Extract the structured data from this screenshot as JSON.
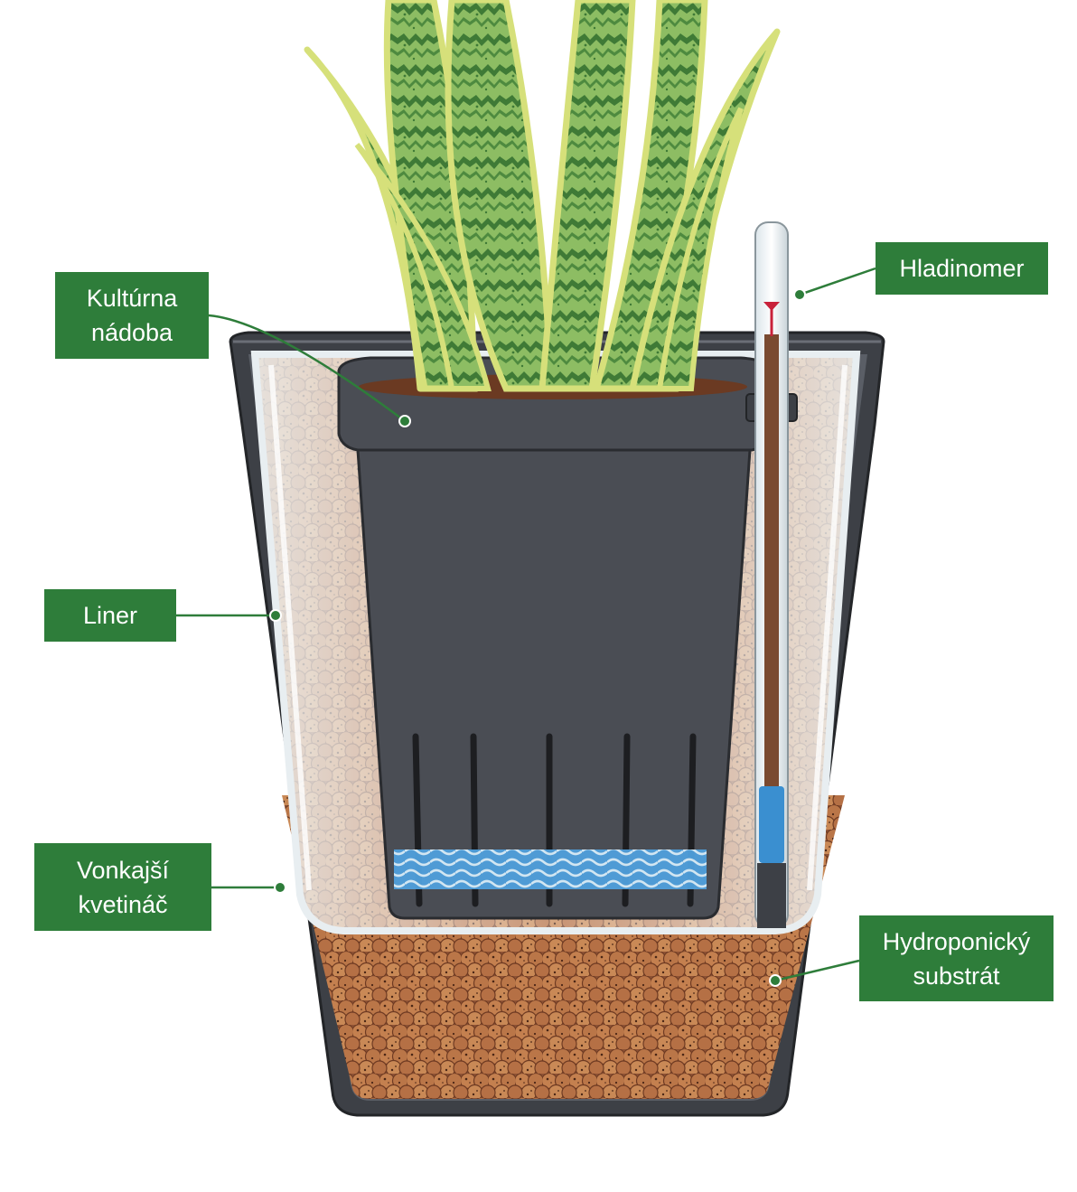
{
  "labels": {
    "kulturna_nadoba": [
      "Kultúrna",
      "nádoba"
    ],
    "hladinomer": [
      "Hladinomer"
    ],
    "liner": [
      "Liner"
    ],
    "vonkajsi_kvetinac": [
      "Vonkajší",
      "kvetináč"
    ],
    "hydroponicky_substrat": [
      "Hydroponický",
      "substrát"
    ]
  },
  "colors": {
    "label_bg": "#2e7d3a",
    "label_text": "#ffffff",
    "leader_line": "#2e7d3a",
    "outer_pot": "#3d4046",
    "culture_pot": "#4a4d54",
    "substrate": "#b06a45",
    "water": "#3a8fd0",
    "leaf_green": "#7cae54",
    "leaf_edge": "#d6e07a"
  },
  "icons": {
    "plant": "snake-plant-icon",
    "gauge": "water-level-gauge-icon"
  }
}
